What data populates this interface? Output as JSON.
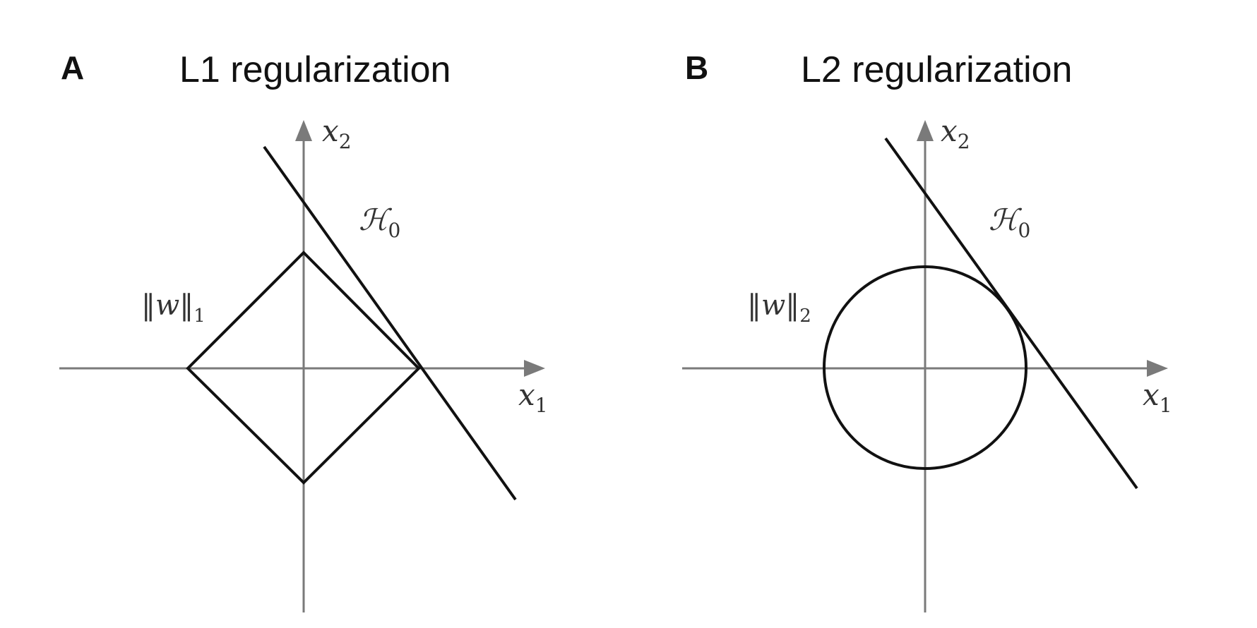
{
  "panels": [
    {
      "letter": "A",
      "title": "L1 regularization",
      "x_axis_label": "x",
      "x_axis_subscript": "1",
      "y_axis_label": "x",
      "y_axis_subscript": "2",
      "norm_label": "‖w‖",
      "norm_subscript": "1",
      "line_label": "ℋ",
      "line_subscript": "0",
      "shape": "diamond"
    },
    {
      "letter": "B",
      "title": "L2 regularization",
      "x_axis_label": "x",
      "x_axis_subscript": "1",
      "y_axis_label": "x",
      "y_axis_subscript": "2",
      "norm_label": "‖w‖",
      "norm_subscript": "2",
      "line_label": "ℋ",
      "line_subscript": "0",
      "shape": "circle"
    }
  ],
  "colors": {
    "axis": "#7a7a7a",
    "shape": "#111111",
    "text": "#111111"
  }
}
